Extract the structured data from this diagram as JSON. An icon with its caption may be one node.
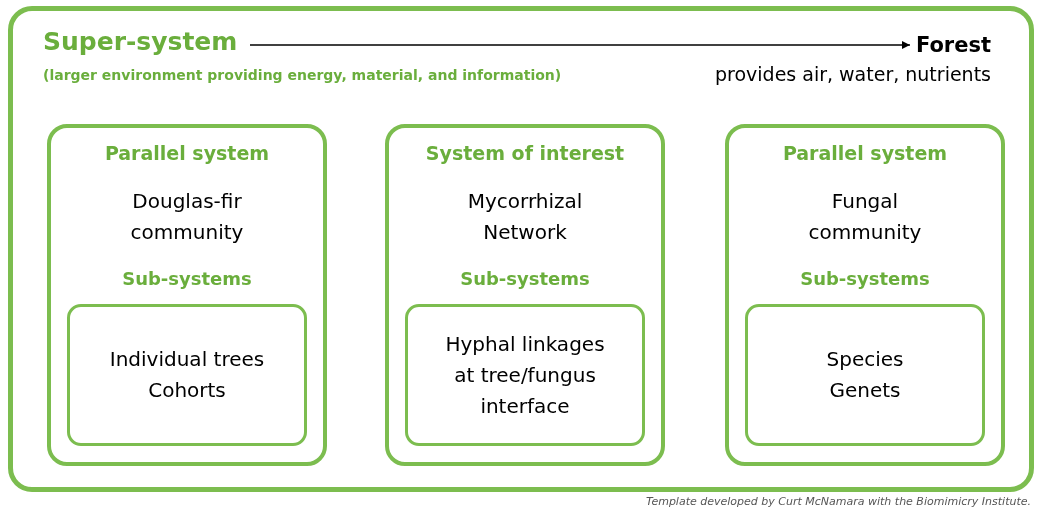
{
  "diagram": {
    "nodes": [
      {
        "text": [
          "Super-system",
          "(larger environment providing energy, material, and information)"
        ]
      },
      {
        "text": [
          "Forest",
          "provides air, water, nutrients"
        ],
        "in": 0
      },
      {
        "text": [
          "Parallel system",
          "Douglas-fir community"
        ],
        "in": 0
      },
      {
        "text": [
          "Sub-systems",
          "Individual trees",
          "Cohorts"
        ],
        "in": 2
      },
      {
        "text": [
          "System of interest",
          "Mycorrhizal Network"
        ],
        "in": 0
      },
      {
        "text": [
          "Sub-systems",
          "Hyphal linkages at tree/fungus interface"
        ],
        "in": 4
      },
      {
        "text": [
          "Parallel system",
          "Fungal community"
        ],
        "in": 0
      },
      {
        "text": [
          "Sub-systems",
          "Species",
          "Genets"
        ],
        "in": 6
      }
    ],
    "edges": [
      {
        "from": null,
        "to": 1,
        "arrow": "to"
      }
    ],
    "labels": [
      "Template developed by Curt McNamara with the Biomimicry Institute."
    ]
  }
}
